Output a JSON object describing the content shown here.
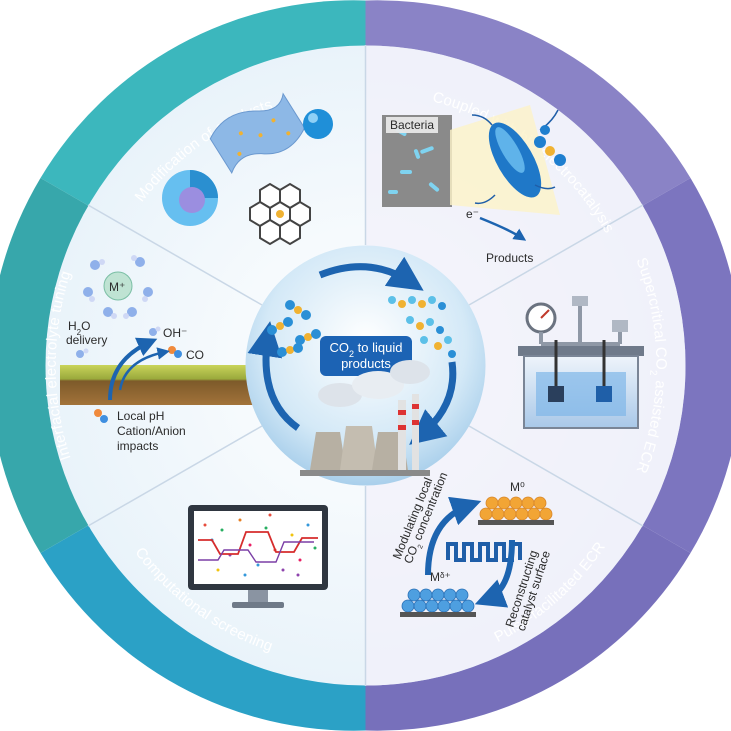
{
  "center": {
    "title_line1": "CO",
    "title_sub": "2",
    "title_rest": " to liquid",
    "title_line2": "products"
  },
  "sections": {
    "catalysts": {
      "label": "Modification of catalysts",
      "color": "#3bb6bc"
    },
    "bio": {
      "label": "Coupled with bio-electrocatalysis",
      "color": "#8b84c7"
    },
    "supercritical": {
      "label_pre": "Supercritical CO",
      "label_sub": "2",
      "label_post": " assisted ECR",
      "color": "#8079c1"
    },
    "pulse": {
      "label": "Pulse-facilitated ECR",
      "color": "#7a73bd"
    },
    "computational": {
      "label": "Computational screening",
      "color": "#2ba2c7"
    },
    "interfacial": {
      "label": "Interfacial electrolyte tuning",
      "color": "#3aa9ad"
    }
  },
  "bio_panel": {
    "bacteria": "Bacteria",
    "electron": "e⁻",
    "products": "Products"
  },
  "interfacial_panel": {
    "cation": "M⁺",
    "h2o_pre": "H",
    "h2o_sub": "2",
    "h2o_post": "O",
    "delivery": "delivery",
    "oh": "OH⁻",
    "co": "CO",
    "local_ph": "Local pH",
    "cation_anion": "Cation/Anion",
    "impacts": "impacts"
  },
  "pulse_panel": {
    "m0": "M⁰",
    "mdelta": "Mᵟ⁺",
    "modulating_1": "Modulating local",
    "modulating_2_pre": "CO",
    "modulating_2_sub": "2",
    "modulating_2_post": " concentration",
    "reconstructing_1": "Reconstructing",
    "reconstructing_2": "catalyst surface"
  }
}
